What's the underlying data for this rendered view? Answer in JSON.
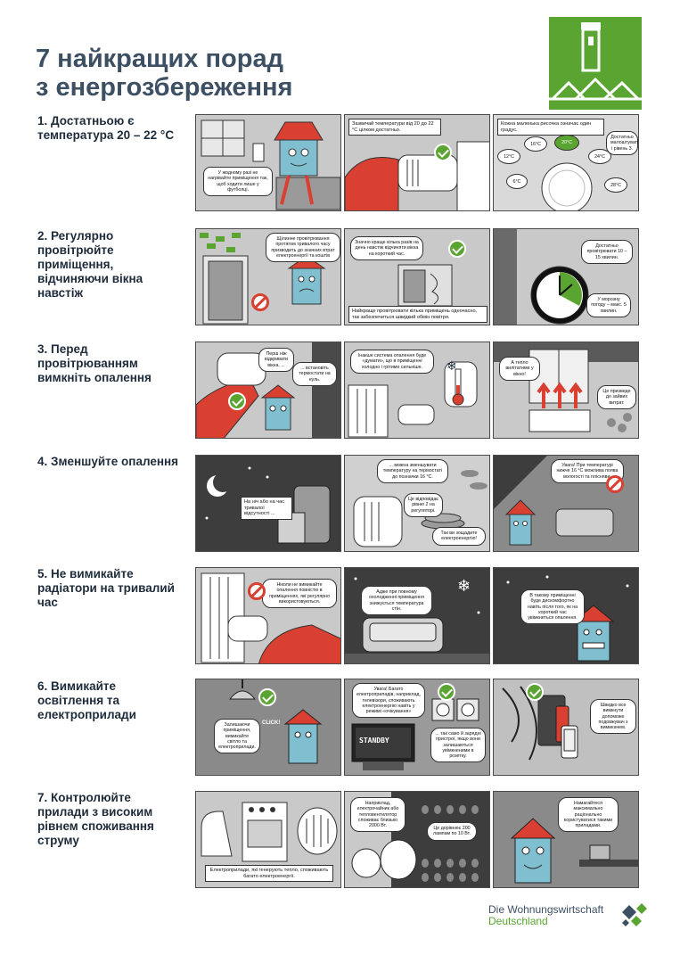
{
  "title_line1": "7 найкращих порад",
  "title_line2": "з енергозбереження",
  "tips": [
    {
      "label": "1. Достатньою є температура 20 – 22 °C"
    },
    {
      "label": "2. Регулярно провітрюйте приміщення, відчиняючи вікна навстіж"
    },
    {
      "label": "3. Перед провітрюванням вимкніть опалення"
    },
    {
      "label": "4. Зменшуйте опалення"
    },
    {
      "label": "5. Не вимикайте радіатори на тривалий час"
    },
    {
      "label": "6. Вимикайте освітлення та електроприлади"
    },
    {
      "label": "7. Контролюйте прилади з високим рівнем споживання струму"
    }
  ],
  "p11": "У жодному разі не нагрівайте приміщення так, щоб ходити лише у футболці.",
  "p12": "Зазвичай температури від 20 до 22 °C цілком достатньо.",
  "p13cap": "Кожна маленька рисочка означає один градус.",
  "p13bub": "Достатньо малоштувати і рівень 3.",
  "temps": [
    "12°C",
    "16°C",
    "20°C",
    "24°C",
    "6°C",
    "28°C"
  ],
  "p21": "Щілинне провітрювання протягом тривалого часу призводить до значних втрат електроенергії та коштів",
  "p22a": "Значно краще кілька разів на день навстіж відчиняти вікна на короткий час.",
  "p22b": "Найкраще провітрювати кілька приміщень одночасно, так забезпечиться швидкий обмін повітря.",
  "p23a": "Достатньо провітрювати 10 – 15 хвилин.",
  "p23b": "У морозну погоду – макс. 5 хвилин.",
  "p31a": "Перш ніж відкривати вікна, ...",
  "p31b": "... встановіть термостати на нуль.",
  "p32": "Інакше система опалення буде «думати», що в приміщенні холодно і грітиме сильніше.",
  "p33a": "А тепло вилітатиме у вікно!",
  "p33b": "Це призведе до зайвих витрат.",
  "p41": "На ніч або на час тривалої відсутності ...",
  "p42a": "... можна зменшувати температуру на термостаті до позначки 16 °C.",
  "p42b": "Це відповідає рівню 2 на регуляторі.",
  "p42c": "Так ви зощадите електроенергію!",
  "p43": "Увага! При температурі нижче 16 °C можлива поява вологості та плісняви.",
  "p51": "Ніколи не вимикайте опалення повністю в приміщеннях, які регулярно використовуються.",
  "p52": "Адже при повному охолодженні приміщення знижується температура стін.",
  "p53": "В такому приміщенні буде дискомфортно навіть після того, як на короткий час увімкнеться опалення.",
  "p61a": "Залишаючи приміщення, вимикайте світло та електроприлади.",
  "p61click": "CLICK!",
  "p62a": "Увага! Багато електроприладів, наприклад, телевізори, споживають електроенергію навіть у режимі «очікування»",
  "p62b": "... так само й зарядні пристрої, якщо вони залишаються увімкненими в розетку.",
  "p62standby": "STANDBY",
  "p63": "Швидко все вимкнути допоможе подовжувач з вимикачем.",
  "p71": "Електроприлади, які генерують тепло, споживають багато електроенергії.",
  "p72a": "Наприклад, електрочайник або тепловентилятор споживає близько 2000 Вт.",
  "p72b": "Це дорівнює 200 лампам по 10 Вт.",
  "p73": "Намагайтеся максимально раціонально користуватися такими приладами.",
  "footer_line1": "Die Wohnungswirtschaft",
  "footer_line2": "Deutschland",
  "colors": {
    "accent_green": "#5aa532",
    "accent_red": "#d94032",
    "house_blue": "#7fbfd0",
    "title": "#3c4f63"
  }
}
